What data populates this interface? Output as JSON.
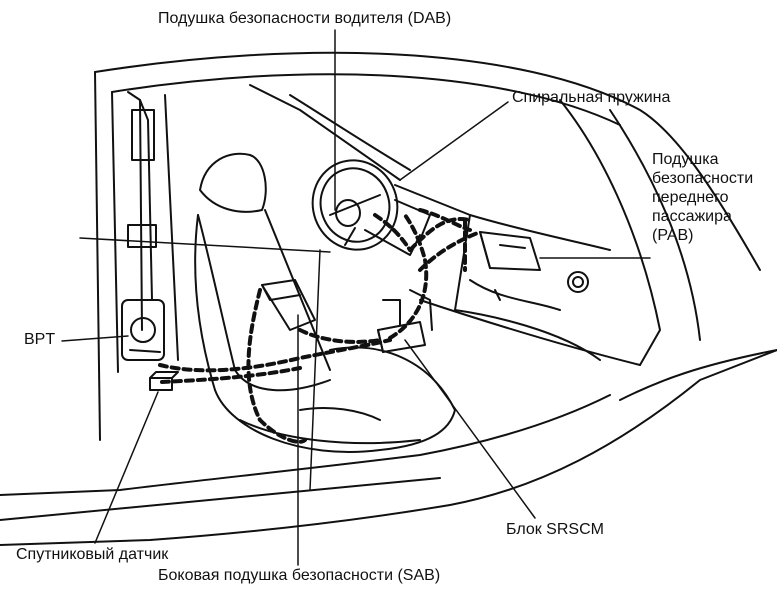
{
  "diagram": {
    "labels": {
      "dab": "Подушка безопасности водителя (DAB)",
      "clockspring": "Спиральная пружина",
      "pab": [
        "Подушка",
        "безопасности",
        "переднего",
        "пассажира",
        "(PAB)"
      ],
      "bpt": "BPT",
      "srscm": "Блок SRSCM",
      "satellite_sensor": "Спутниковый датчик",
      "sab": "Боковая подушка безопасности (SAB)"
    },
    "colors": {
      "ink": "#111111",
      "background": "#ffffff"
    }
  }
}
